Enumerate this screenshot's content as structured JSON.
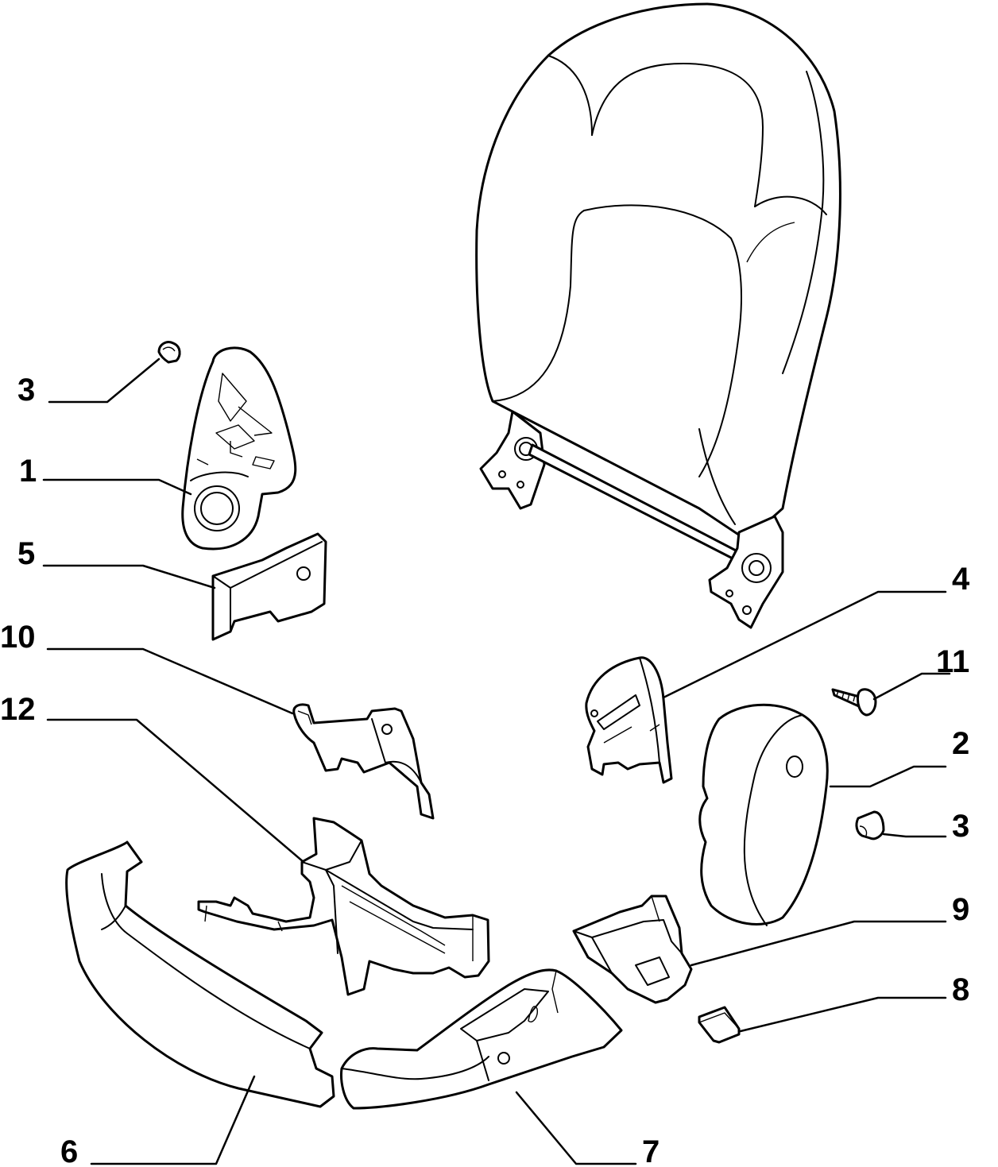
{
  "diagram": {
    "parts": [
      {
        "id": "headrest-frame",
        "callout": null
      },
      {
        "id": "recliner-plate-left",
        "callout": "1"
      },
      {
        "id": "side-cover-right",
        "callout": "2"
      },
      {
        "id": "clip-left",
        "callout": "3"
      },
      {
        "id": "clip-right",
        "callout": "3"
      },
      {
        "id": "lever-bracket-right",
        "callout": "4"
      },
      {
        "id": "bracket-left",
        "callout": "5"
      },
      {
        "id": "trim-panel-left",
        "callout": "6"
      },
      {
        "id": "trim-panel-right",
        "callout": "7"
      },
      {
        "id": "cover-plug",
        "callout": "8"
      },
      {
        "id": "lever-cover",
        "callout": "9"
      },
      {
        "id": "release-lever",
        "callout": "10"
      },
      {
        "id": "screw",
        "callout": "11"
      },
      {
        "id": "base-support",
        "callout": "12"
      }
    ],
    "labels": {
      "l1": "1",
      "l2": "2",
      "l3a": "3",
      "l3b": "3",
      "l4": "4",
      "l5": "5",
      "l6": "6",
      "l7": "7",
      "l8": "8",
      "l9": "9",
      "l10": "10",
      "l11": "11",
      "l12": "12"
    }
  }
}
